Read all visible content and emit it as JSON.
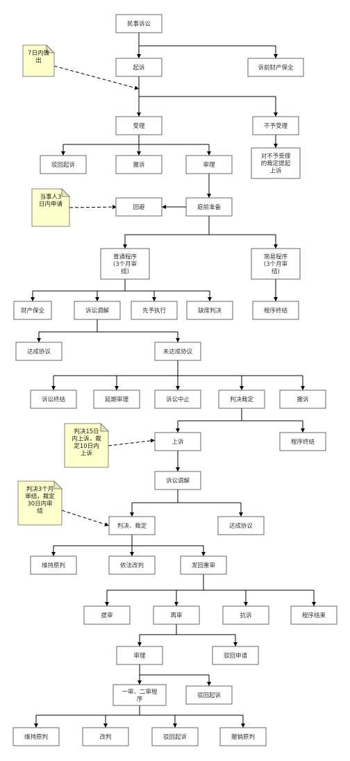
{
  "nodes": {
    "civil_suit": "民事诉讼",
    "prosecution": "起诉",
    "pre_suit_preservation": "诉前财产保全",
    "acceptance": "受理",
    "not_accepted": "不予受理",
    "appeal_not_accepted": [
      "对不予受理",
      "的裁定提起",
      "上诉"
    ],
    "reject_suit_1": "驳回起诉",
    "withdraw_1": "撤诉",
    "trial_1": "审理",
    "recusal": "回避",
    "pretrial_prep": "庭前准备",
    "ordinary_procedure": [
      "普通程序",
      "(3个月审",
      "结)"
    ],
    "simple_procedure": [
      "简易程序",
      "(3个月审",
      "结)"
    ],
    "property_preservation": "财产保全",
    "mediation_1": "诉讼调解",
    "advance_execution": "先予执行",
    "default_judgment": "缺席判决",
    "procedure_end_1": "程序终结",
    "agreement_1": "达成协议",
    "no_agreement": "未达成协议",
    "litigation_end": "诉讼终结",
    "postponed_trial": "延期审理",
    "litigation_suspend": "诉讼中止",
    "judgment_ruling_1": "判决裁定",
    "withdraw_2": "撤诉",
    "appeal": "上诉",
    "procedure_end_2": "程序终结",
    "mediation_2": "诉讼调解",
    "judgment_ruling_2": "判决、裁定",
    "agreement_2": "达成协议",
    "uphold_1": "维持原判",
    "amend_by_law": "依法改判",
    "remand_retrial": "发回重审",
    "bring_trial": "提审",
    "retrial": "再审",
    "protest": "抗诉",
    "procedure_finish": "程序结束",
    "trial_2": "审理",
    "reject_application": "驳回申请",
    "first_second_instance": [
      "一审、二审程",
      "序"
    ],
    "reject_suit_2": "驳回起诉",
    "uphold_2": "维持原判",
    "amend": "改判",
    "reject_suit_3": "驳回起诉",
    "revoke_original": "撤销原判"
  },
  "notes": {
    "note_7days": [
      "7日内做",
      "出"
    ],
    "note_party_3days": [
      "当事人3",
      "日内申请"
    ],
    "note_judgment_15days": [
      "判决15日",
      "内上诉，裁",
      "定10日内",
      "上诉"
    ],
    "note_judgment_3months": [
      "判决3个月",
      "审结，裁定",
      "30日内审",
      "结"
    ]
  }
}
